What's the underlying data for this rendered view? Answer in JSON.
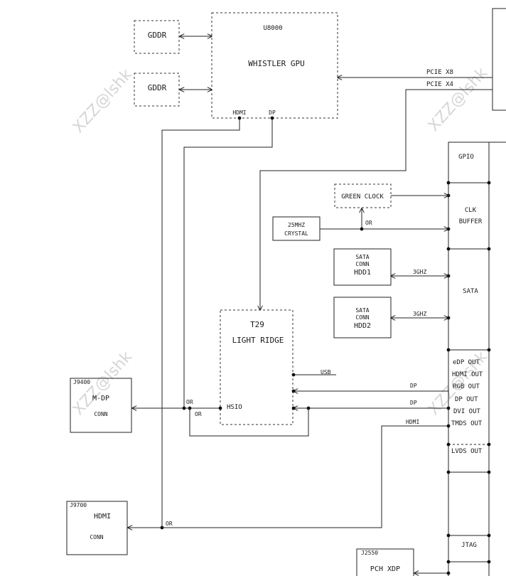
{
  "watermark": "XZZ@lshk",
  "blocks": {
    "gddr_top": "GDDR",
    "gddr_bottom": "GDDR",
    "gpu_ref": "U8000",
    "gpu_name": "WHISTLER GPU",
    "gpu_hdmi": "HDMI",
    "gpu_dp": "DP",
    "green_clock": "GREEN CLOCK",
    "crystal_1": "25MHZ",
    "crystal_2": "CRYSTAL",
    "hdd1_1": "SATA",
    "hdd1_2": "CONN",
    "hdd1_3": "HDD1",
    "hdd2_1": "SATA",
    "hdd2_2": "CONN",
    "hdd2_3": "HDD2",
    "t29_ref": "T29",
    "t29_name": "LIGHT RIDGE",
    "t29_hsio": "HSIO",
    "mdp_ref": "J9400",
    "mdp_name": "M-DP",
    "mdp_conn": "CONN",
    "hdmi_ref": "J9700",
    "hdmi_name": "HDMI",
    "hdmi_conn": "CONN",
    "xdp_ref": "J2550",
    "xdp_name": "PCH XDP"
  },
  "pch": {
    "gpio": "GPIO",
    "clk": "CLK",
    "buffer": "BUFFER",
    "sata": "SATA",
    "outputs": [
      "eDP OUT",
      "HDMI OUT",
      "RGB OUT",
      "DP OUT",
      "DVI OUT",
      "TMDS OUT"
    ],
    "lvds": "LVDS OUT",
    "jtag": "JTAG"
  },
  "signals": {
    "pcie_x8": "PCIE X8",
    "pcie_x4": "PCIE X4",
    "or_clock": "OR",
    "sata_hdd1": "3GHZ",
    "sata_hdd2": "3GHZ",
    "usb": "USB",
    "dp_1": "DP",
    "dp_2": "DP",
    "hdmi": "HDMI",
    "or_mdp_1": "OR",
    "or_mdp_2": "OR",
    "or_hdmi": "OR"
  }
}
